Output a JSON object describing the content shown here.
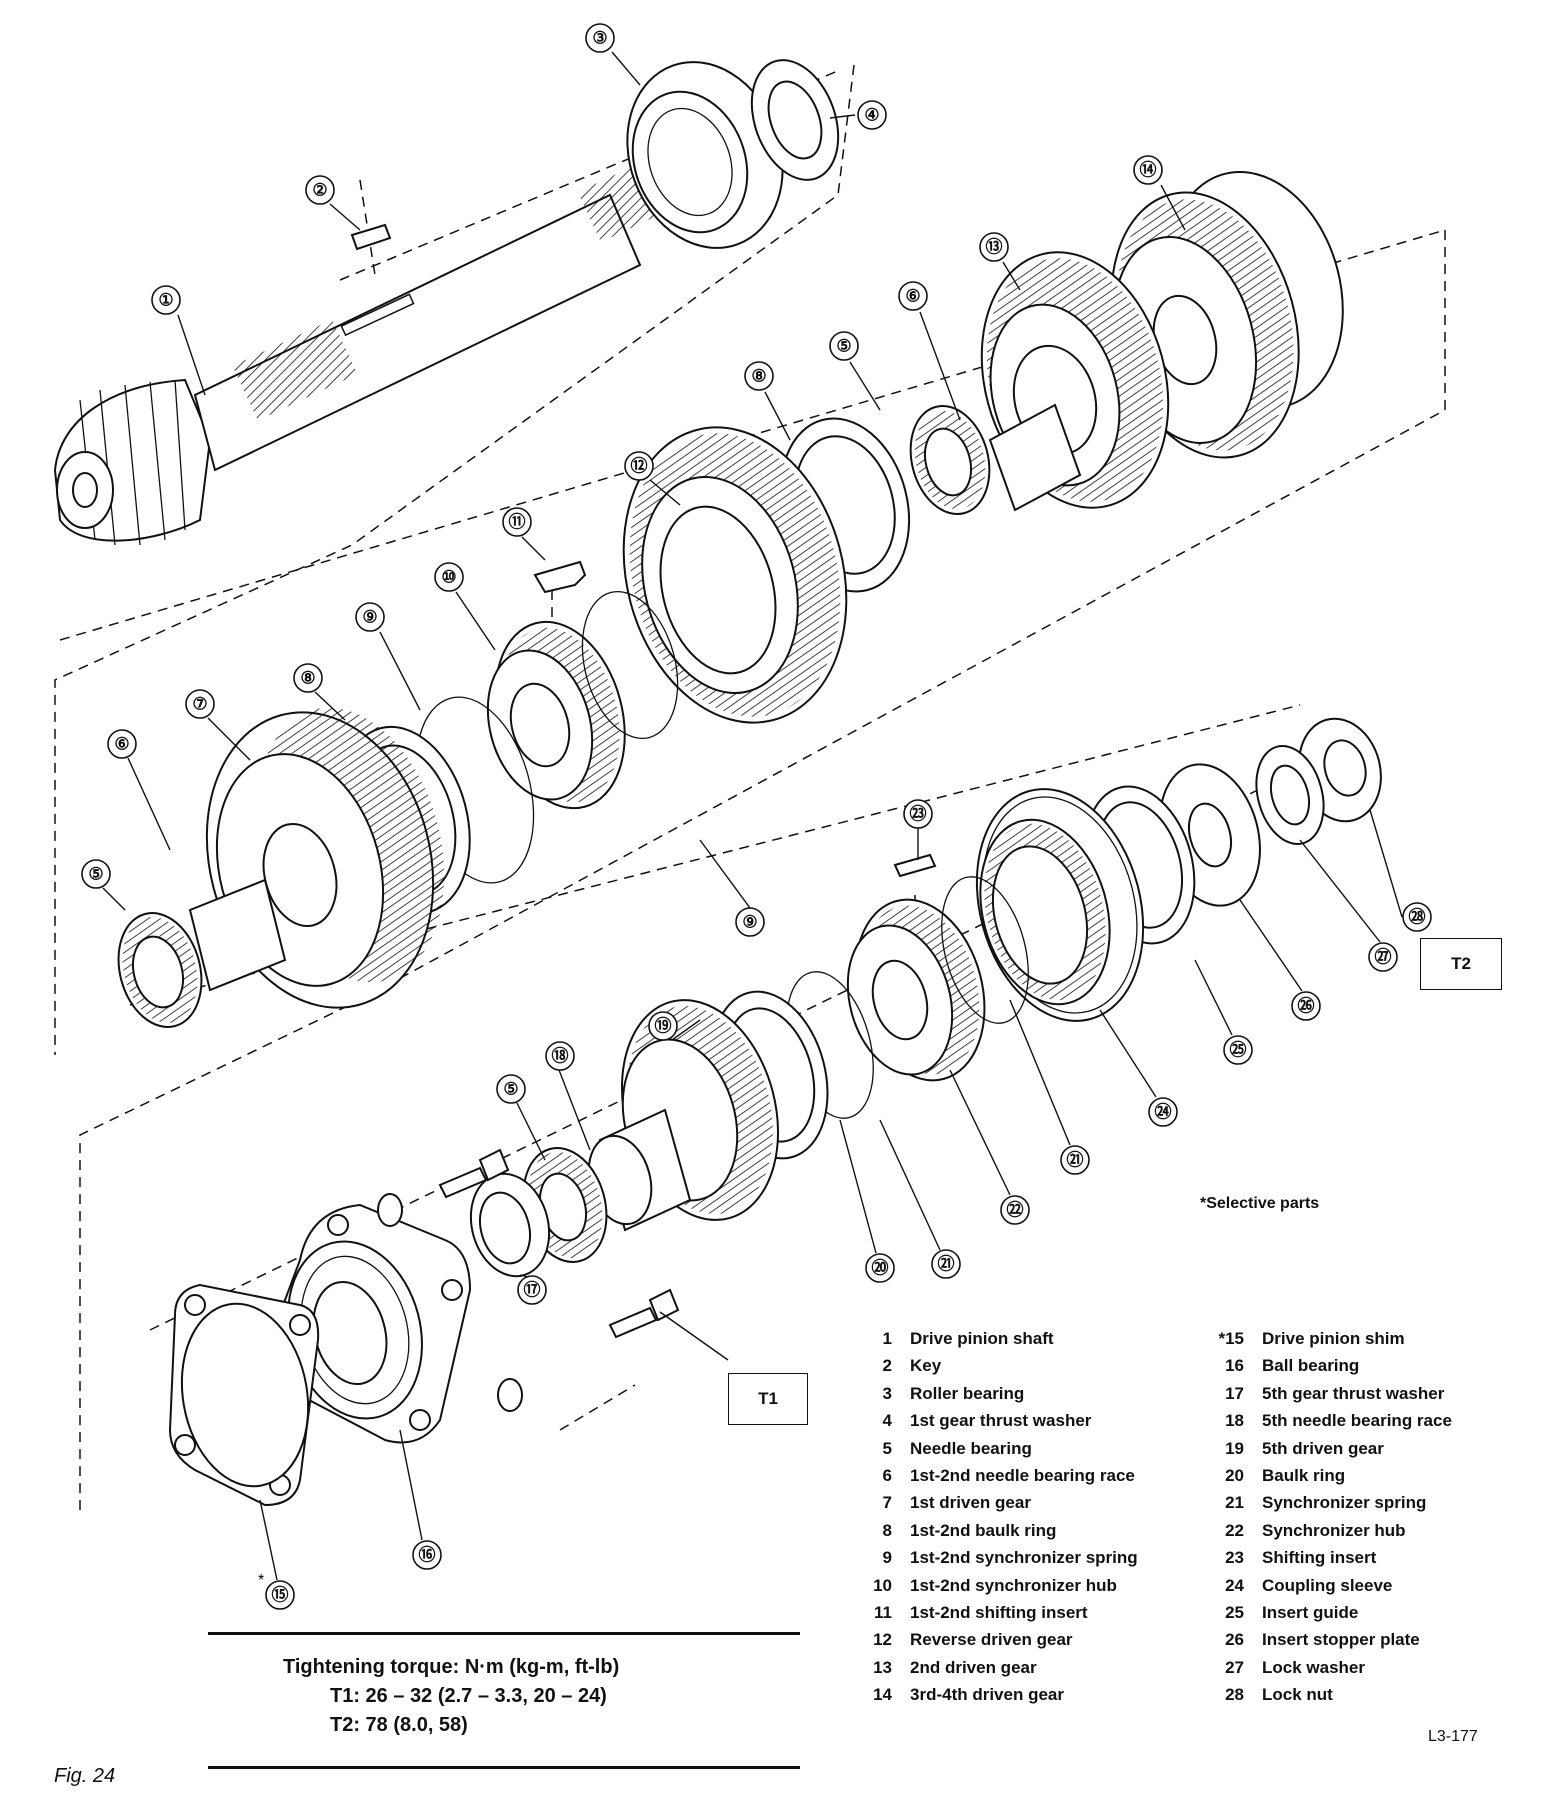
{
  "figure_label": "Fig. 24",
  "drawing_code": "L3-177",
  "selective_note": "*Selective parts",
  "torque": {
    "heading": "Tightening torque:  N·m (kg-m, ft-lb)",
    "t1": "T1:  26 – 32 (2.7 – 3.3, 20 – 24)",
    "t2": "T2:  78 (8.0, 58)"
  },
  "torque_boxes": {
    "t1": "T1",
    "t2": "T2"
  },
  "callouts": {
    "c1": "①",
    "c2": "②",
    "c3": "③",
    "c4": "④",
    "c5a": "⑤",
    "c5b": "⑤",
    "c5c": "⑤",
    "c6a": "⑥",
    "c6b": "⑥",
    "c7": "⑦",
    "c8a": "⑧",
    "c8b": "⑧",
    "c9a": "⑨",
    "c9b": "⑨",
    "c10": "⑩",
    "c11": "⑪",
    "c12": "⑫",
    "c13": "⑬",
    "c14": "⑭",
    "c15": "⑮",
    "c15_star": "*",
    "c16": "⑯",
    "c17": "⑰",
    "c18": "⑱",
    "c19": "⑲",
    "c20": "⑳",
    "c21a": "㉑",
    "c21b": "㉑",
    "c22": "㉒",
    "c23": "㉓",
    "c24": "㉔",
    "c25": "㉕",
    "c26": "㉖",
    "c27": "㉗",
    "c28": "㉘"
  },
  "parts_left": [
    {
      "num": "1",
      "name": "Drive pinion shaft"
    },
    {
      "num": "2",
      "name": "Key"
    },
    {
      "num": "3",
      "name": "Roller bearing"
    },
    {
      "num": "4",
      "name": "1st gear thrust washer"
    },
    {
      "num": "5",
      "name": "Needle bearing"
    },
    {
      "num": "6",
      "name": "1st-2nd needle bearing race"
    },
    {
      "num": "7",
      "name": "1st driven gear"
    },
    {
      "num": "8",
      "name": "1st-2nd baulk ring"
    },
    {
      "num": "9",
      "name": "1st-2nd synchronizer spring"
    },
    {
      "num": "10",
      "name": "1st-2nd synchronizer hub"
    },
    {
      "num": "11",
      "name": "1st-2nd shifting insert"
    },
    {
      "num": "12",
      "name": "Reverse driven gear"
    },
    {
      "num": "13",
      "name": "2nd driven gear"
    },
    {
      "num": "14",
      "name": "3rd-4th driven gear"
    }
  ],
  "parts_right": [
    {
      "num": "*15",
      "name": "Drive pinion shim"
    },
    {
      "num": "16",
      "name": "Ball bearing"
    },
    {
      "num": "17",
      "name": "5th gear thrust washer"
    },
    {
      "num": "18",
      "name": "5th needle bearing race"
    },
    {
      "num": "19",
      "name": "5th driven gear"
    },
    {
      "num": "20",
      "name": "Baulk ring"
    },
    {
      "num": "21",
      "name": "Synchronizer spring"
    },
    {
      "num": "22",
      "name": "Synchronizer hub"
    },
    {
      "num": "23",
      "name": "Shifting insert"
    },
    {
      "num": "24",
      "name": "Coupling sleeve"
    },
    {
      "num": "25",
      "name": "Insert guide"
    },
    {
      "num": "26",
      "name": "Insert stopper plate"
    },
    {
      "num": "27",
      "name": "Lock washer"
    },
    {
      "num": "28",
      "name": "Lock nut"
    }
  ]
}
